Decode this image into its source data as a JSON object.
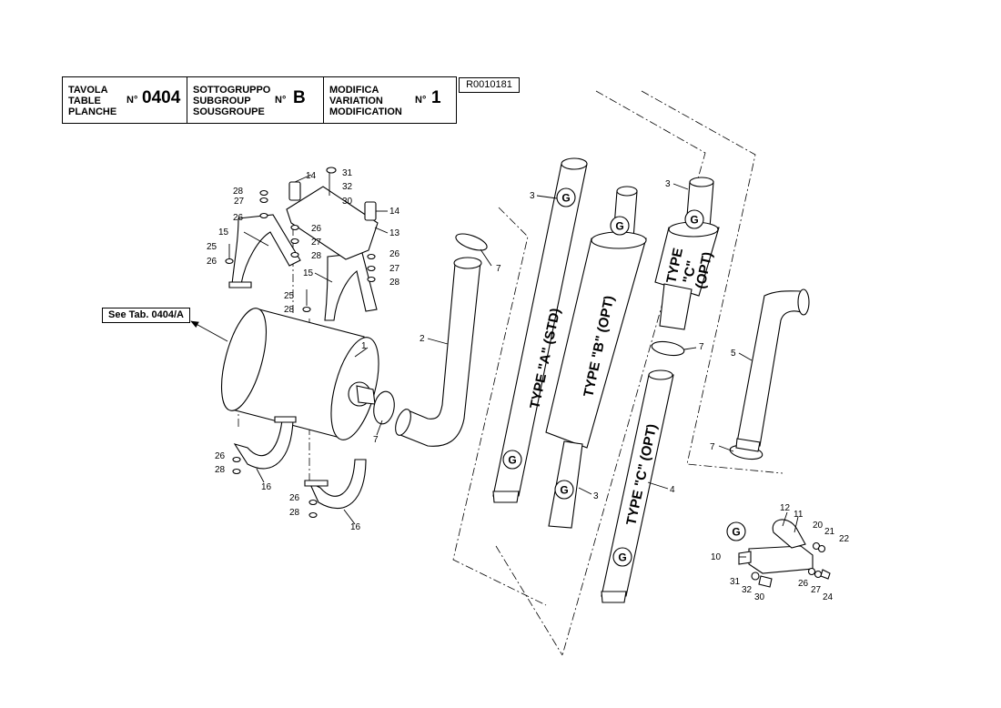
{
  "title_block": {
    "table": {
      "labels": [
        "TAVOLA",
        "TABLE",
        "PLANCHE"
      ],
      "no_label": "N°",
      "value": "0404"
    },
    "subgroup": {
      "labels": [
        "SOTTOGRUPPO",
        "SUBGROUP",
        "SOUSGROUPE"
      ],
      "no_label": "N°",
      "value": "B"
    },
    "variation": {
      "labels": [
        "MODIFICA",
        "VARIATION",
        "MODIFICATION"
      ],
      "no_label": "N°",
      "value": "1"
    },
    "drawing_code": "R0010181"
  },
  "reference_note": "See Tab. 0404/A",
  "type_labels": {
    "type_a": "TYPE \"A\" (STD)",
    "type_b": "TYPE \"B\" (OPT)",
    "type_c_pipe": "TYPE \"C\" (OPT)",
    "type_c_line1": "TYPE",
    "type_c_line2": "\"C\"",
    "type_c_line3": "(OPT)"
  },
  "g_marker": "G",
  "callouts": {
    "c1": "1",
    "c2": "2",
    "c3a": "3",
    "c3b": "3",
    "c3c": "3",
    "c4": "4",
    "c5": "5",
    "c7a": "7",
    "c7b": "7",
    "c7c": "7",
    "c7d": "7",
    "c10": "10",
    "c11": "11",
    "c12": "12",
    "c13": "13",
    "c14a": "14",
    "c14b": "14",
    "c15a": "15",
    "c15b": "15",
    "c16a": "16",
    "c16b": "16",
    "c20": "20",
    "c21": "21",
    "c22": "22",
    "c24": "24",
    "c25a": "25",
    "c25b": "25",
    "c26a": "26",
    "c26b": "26",
    "c26c": "26",
    "c26d": "26",
    "c26e": "26",
    "c26f": "26",
    "c26g": "26",
    "c27a": "27",
    "c27b": "27",
    "c27c": "27",
    "c27d": "27",
    "c28a": "28",
    "c28b": "28",
    "c28c": "28",
    "c28d": "28",
    "c28e": "28",
    "c28f": "28",
    "c30a": "30",
    "c30b": "30",
    "c31a": "31",
    "c31b": "31",
    "c32a": "32",
    "c32b": "32"
  }
}
